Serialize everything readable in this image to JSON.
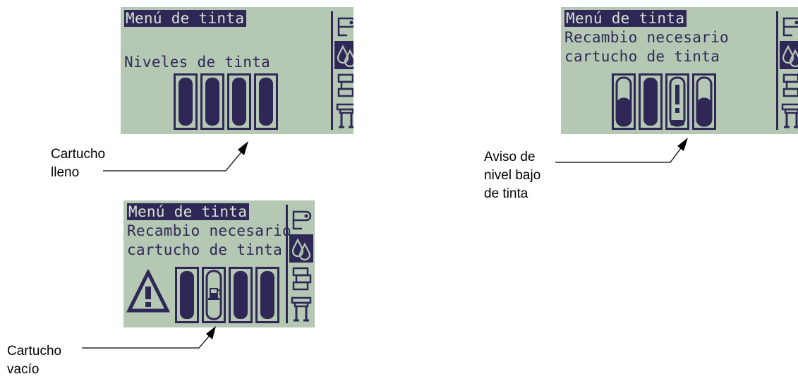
{
  "panels": {
    "full": {
      "title": "Menú de tinta",
      "line1": "",
      "line2": "Niveles de tinta"
    },
    "empty": {
      "title": "Menú de tinta",
      "line1": "Recambio necesario",
      "line2": "cartucho de tinta"
    },
    "low": {
      "title": "Menú de tinta",
      "line1": "Recambio necesario",
      "line2": "cartucho de tinta"
    }
  },
  "callouts": {
    "full": "Cartucho\nlleno",
    "empty": "Cartucho\nvacío",
    "low": "Aviso de\nnivel bajo\nde tinta"
  },
  "cartridge_states": {
    "full": [
      "full",
      "full",
      "full",
      "full"
    ],
    "empty": [
      "full",
      "empty",
      "full",
      "full"
    ],
    "low": [
      "half",
      "full",
      "low",
      "half"
    ]
  },
  "sidebar_icons": [
    "paper-roll-icon",
    "ink-drops-icon",
    "page-layout-icon",
    "printer-stand-icon"
  ],
  "sidebar_active": "ink-drops-icon",
  "colors": {
    "lcd_bg": "#b5c8b4",
    "lcd_ink": "#2f2856"
  }
}
